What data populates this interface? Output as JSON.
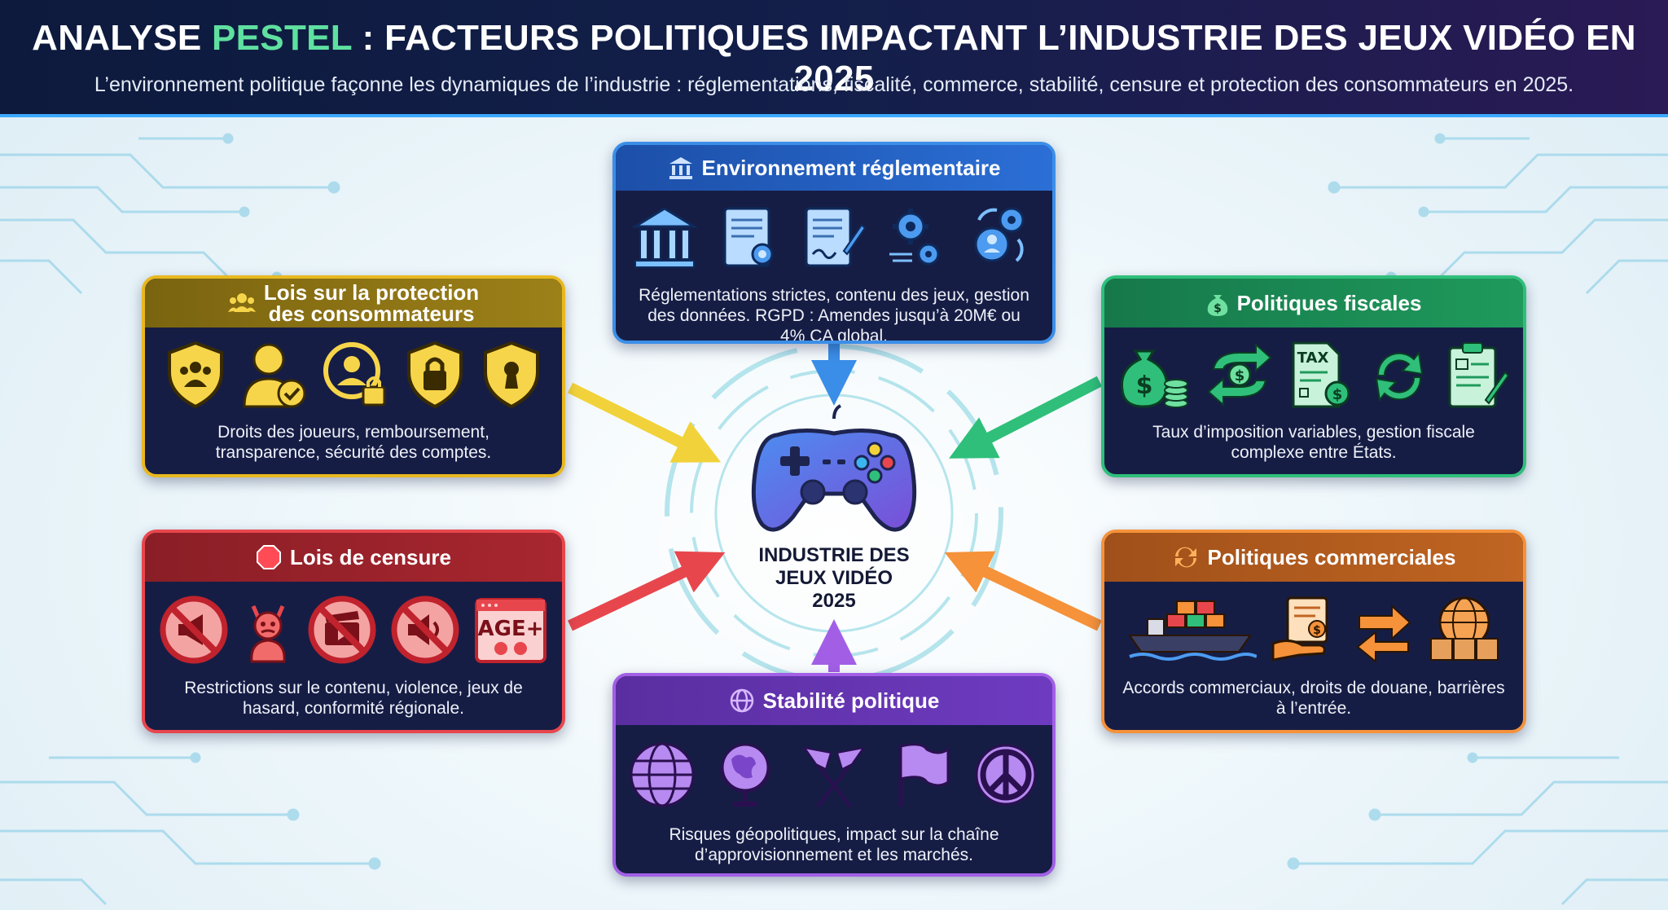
{
  "header": {
    "title_prefix": "ANALYSE ",
    "title_accent": "PESTEL",
    "title_rest": " : FACTEURS POLITIQUES IMPACTANT L’INDUSTRIE DES JEUX VIDÉO EN 2025",
    "subtitle": "L’environnement politique façonne les dynamiques de l’industrie : réglementations, fiscalité, commerce, stabilité, censure et protection des consommateurs en 2025."
  },
  "center": {
    "line1": "INDUSTRIE DES",
    "line2": "JEUX VIDÉO",
    "line3": "2025",
    "icon": "gamepad-icon"
  },
  "cards": {
    "reglementaire": {
      "title": "Environnement réglementaire",
      "text": "Réglementations strictes, contenu des jeux, gestion des données. RGPD : Amendes jusqu’à 20M€ ou 4% CA global.",
      "color": "#3b82f6",
      "icons": [
        "bank-icon",
        "certificate-icon",
        "contract-icon",
        "gears-icon",
        "user-gears-icon"
      ]
    },
    "consommateurs": {
      "title_line1": "Lois sur la protection",
      "title_line2": "des consommateurs",
      "text": "Droits des joueurs, remboursement, transparence, sécurité des comptes.",
      "color": "#e8b820",
      "icons": [
        "shield-group-icon",
        "user-check-icon",
        "user-lock-icon",
        "shield-lock-icon",
        "shield-keyhole-icon"
      ]
    },
    "fiscales": {
      "title": "Politiques fiscales",
      "tax_label": "TAX",
      "text": "Taux d’imposition variables, gestion fiscale complexe entre États.",
      "color": "#22b573",
      "icons": [
        "money-bag-icon",
        "money-exchange-icon",
        "tax-document-icon",
        "refresh-arrows-icon",
        "clipboard-icon"
      ]
    },
    "censure": {
      "title": "Lois de censure",
      "age_label": "AGE+",
      "text": "Restrictions sur le contenu, violence, jeux de hasard, conformité régionale.",
      "color": "#e0404a",
      "icons": [
        "no-megaphone-icon",
        "devil-icon",
        "no-video-icon",
        "mute-icon",
        "age-rating-icon"
      ]
    },
    "commerciales": {
      "title": "Politiques commerciales",
      "text": "Accords commerciaux, droits de douane, barrières à l’entrée.",
      "color": "#f08a2a",
      "icons": [
        "cargo-ship-icon",
        "trade-deal-icon",
        "exchange-arrows-icon",
        "global-boxes-icon"
      ]
    },
    "stabilite": {
      "title": "Stabilité politique",
      "text": "Risques géopolitiques, impact sur la chaîne d’approvisionnement et les marchés.",
      "color": "#9a55e0",
      "icons": [
        "globe-icon",
        "earth-icon",
        "crossed-flags-icon",
        "flag-icon",
        "peace-icon"
      ]
    }
  }
}
